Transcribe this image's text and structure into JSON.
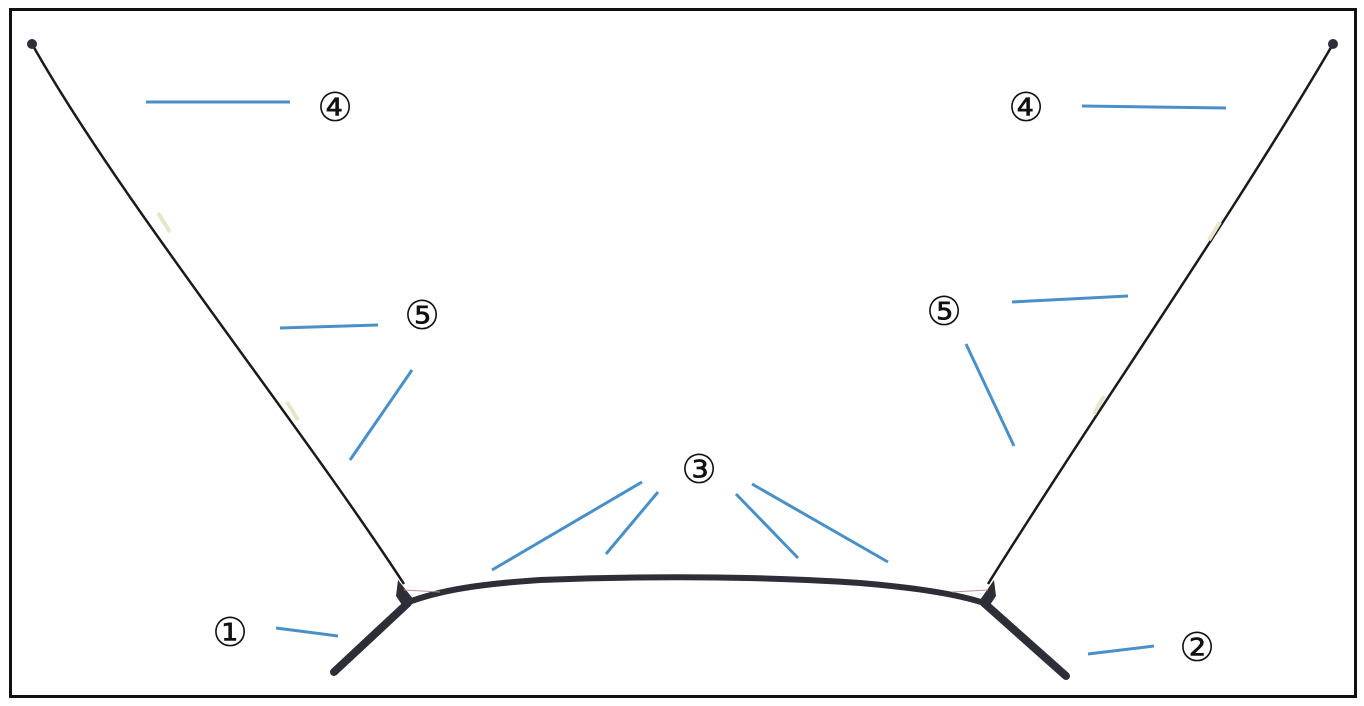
{
  "colors": {
    "frame": "#111111",
    "structure": "#2e2e38",
    "wire": "#1a1a1a",
    "leader": "#4a90c8"
  },
  "labels": {
    "left_base": "①",
    "right_base": "②",
    "center_span": "③",
    "upper_cable_left": "④",
    "upper_cable_right": "④",
    "lower_cable_left": "⑤",
    "lower_cable_right": "⑤"
  }
}
